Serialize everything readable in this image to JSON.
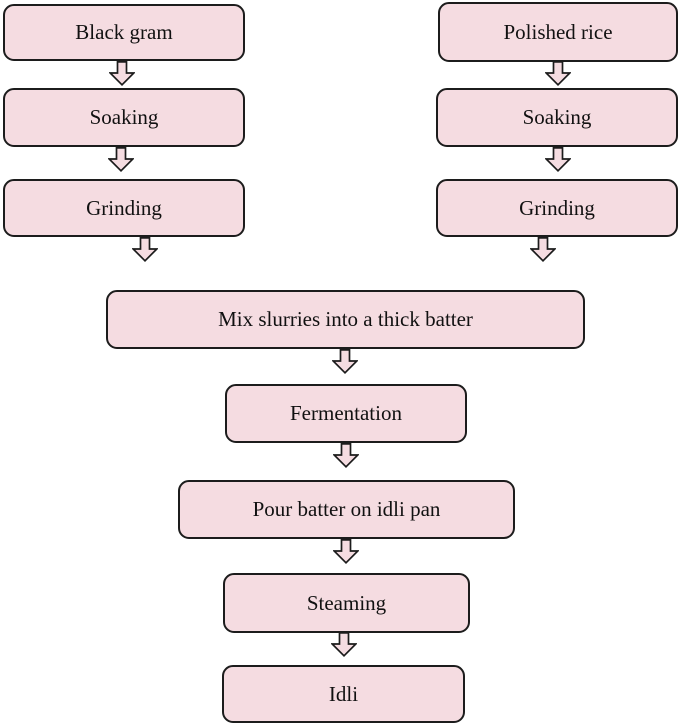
{
  "diagram": {
    "colors": {
      "background": "#ffffff",
      "box_fill": "#f5dce1",
      "box_border": "#1c1c1c",
      "arrow_fill": "#f5dce1",
      "arrow_outline": "#1c1c1c",
      "text": "#111111"
    },
    "nodes": [
      {
        "id": "black-gram",
        "label": "Black gram",
        "column": "left",
        "row": 1
      },
      {
        "id": "soaking-left",
        "label": "Soaking",
        "column": "left",
        "row": 2
      },
      {
        "id": "grinding-left",
        "label": "Grinding",
        "column": "left",
        "row": 3
      },
      {
        "id": "polished-rice",
        "label": "Polished rice",
        "column": "right",
        "row": 1
      },
      {
        "id": "soaking-right",
        "label": "Soaking",
        "column": "right",
        "row": 2
      },
      {
        "id": "grinding-right",
        "label": "Grinding",
        "column": "right",
        "row": 3
      },
      {
        "id": "mix-batter",
        "label": "Mix slurries into a thick batter",
        "column": "center",
        "row": 4
      },
      {
        "id": "fermentation",
        "label": "Fermentation",
        "column": "center",
        "row": 5
      },
      {
        "id": "pour-batter",
        "label": "Pour batter on idli pan",
        "column": "center",
        "row": 6
      },
      {
        "id": "steaming",
        "label": "Steaming",
        "column": "center",
        "row": 7
      },
      {
        "id": "idli",
        "label": "Idli",
        "column": "center",
        "row": 8
      }
    ],
    "edges": [
      {
        "from": "black-gram",
        "to": "soaking-left"
      },
      {
        "from": "polished-rice",
        "to": "soaking-right"
      },
      {
        "from": "soaking-left",
        "to": "grinding-left"
      },
      {
        "from": "soaking-right",
        "to": "grinding-right"
      },
      {
        "from": "grinding-left",
        "to": "mix-batter"
      },
      {
        "from": "grinding-right",
        "to": "mix-batter"
      },
      {
        "from": "mix-batter",
        "to": "fermentation"
      },
      {
        "from": "fermentation",
        "to": "pour-batter"
      },
      {
        "from": "pour-batter",
        "to": "steaming"
      },
      {
        "from": "steaming",
        "to": "idli"
      }
    ]
  }
}
